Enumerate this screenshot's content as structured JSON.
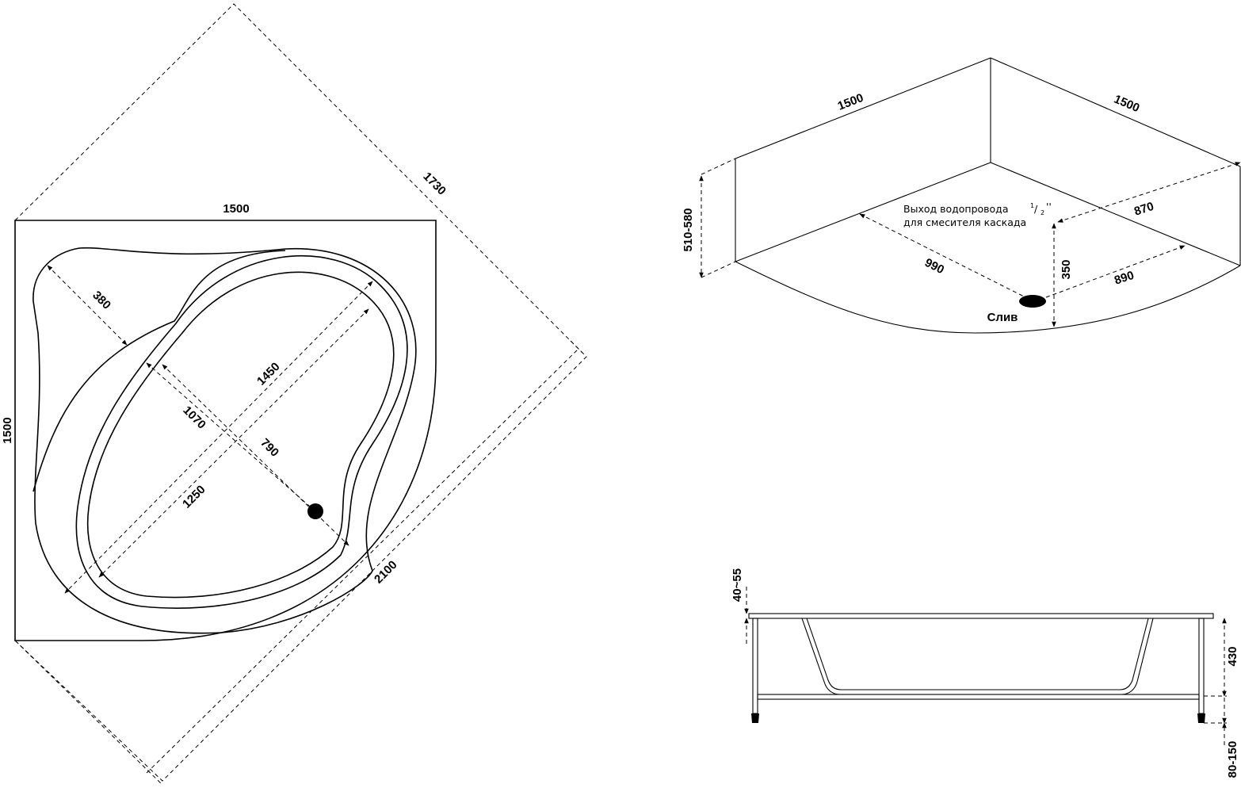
{
  "plan_view": {
    "top_width": "1500",
    "left_height": "1500",
    "diagonal_edge": "1730",
    "diagonal_length": "2100",
    "seat_depth": "380",
    "inner_length": "1450",
    "inner_width": "1250",
    "bowl_length": "1070",
    "drain_distance": "790"
  },
  "iso_view": {
    "left_side": "1500",
    "right_side": "1500",
    "height_range": "510-580",
    "water_outlet_line1": "Выход водопровода",
    "fraction_num": "1",
    "fraction_slash": "/",
    "fraction_den": "2",
    "fraction_unit": "''",
    "water_outlet_line2": "для смесителя каскада",
    "dist_990": "990",
    "dist_870": "870",
    "dist_350": "350",
    "dist_890": "890",
    "drain_label": "Слив"
  },
  "side_view": {
    "rim_range": "40~55",
    "depth": "430",
    "leg_range": "80-150"
  }
}
